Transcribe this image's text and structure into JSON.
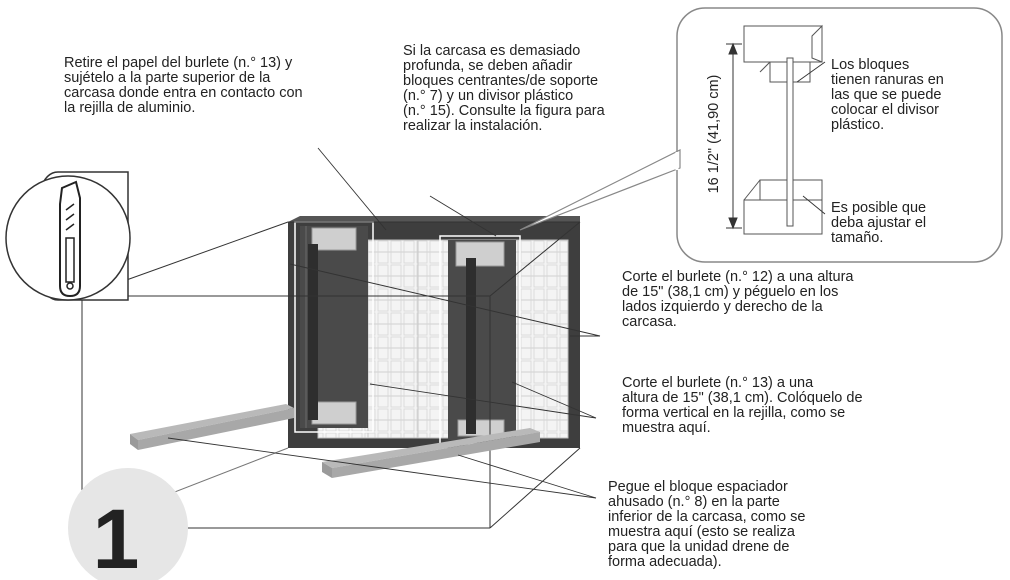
{
  "step_number": "1",
  "callouts": {
    "remove_paper": [
      "Retire el papel del burlete (n.° 13) y",
      "sujételo a la parte superior de la",
      "carcasa donde entra en contacto con",
      "la rejilla de aluminio."
    ],
    "deep_housing": [
      "Si la carcasa es demasiado",
      "profunda, se deben añadir",
      "bloques centrantes/de soporte",
      "(n.° 7) y un divisor plástico",
      "(n.° 15). Consulte la figura para",
      "realizar la instalación."
    ],
    "cut_sides": [
      "Corte el burlete (n.° 12) a una altura",
      "de 15\" (38,1 cm) y péguelo en los",
      "lados izquierdo y derecho de la",
      "carcasa."
    ],
    "cut_vertical": [
      "Corte el burlete (n.° 13) a una",
      "altura de 15\" (38,1 cm). Colóquelo de",
      "forma vertical en la rejilla, como se",
      "muestra aquí."
    ],
    "spacer_block": [
      "Pegue el bloque espaciador",
      "ahusado (n.° 8) en la parte",
      "inferior de la carcasa, como se",
      "muestra aquí (esto se realiza",
      "para que la unidad drene de",
      "forma adecuada)."
    ]
  },
  "detail": {
    "dimension": "16 1/2\" (41,90 cm)",
    "slots_note": [
      "Los bloques",
      "tienen ranuras en",
      "las que se puede",
      "colocar el divisor",
      "plástico."
    ],
    "adjust_note": [
      "Es posible que",
      "deba ajustar el",
      "tamaño."
    ]
  },
  "colors": {
    "housing_dark": "#3d3d3d",
    "filter_light": "#f2f2f2",
    "block_gray": "#c4c4c4",
    "badge_circle": "#e6e6e6",
    "ink": "#222222"
  }
}
